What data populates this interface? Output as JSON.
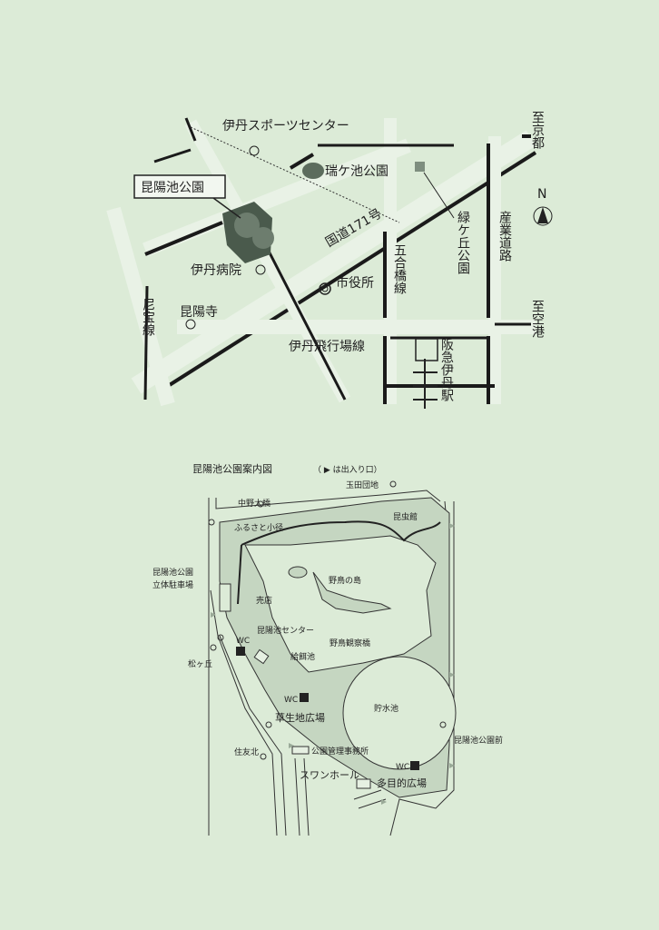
{
  "area_map": {
    "callout_park": "昆陽池公園",
    "sports_center": "伊丹スポーツセンター",
    "zuigaike_park": "瑞ケ池公園",
    "midorigaoka_park": "緑ケ丘公園",
    "route_171": "国道171号",
    "itami_hospital": "伊丹病院",
    "city_hall": "市役所",
    "koyadera": "昆陽寺",
    "amaho_line": "尼宝線",
    "gogobashi_line": "五合橋線",
    "sangyo_road": "産業道路",
    "airport_line": "伊丹飛行場線",
    "hankyu_itami": "阪急伊丹駅",
    "to_kyoto": "至京都",
    "to_airport": "至空港",
    "north": "N"
  },
  "park_map": {
    "title": "昆陽池公園案内図",
    "legend": "（ ▶ は出入り口）",
    "tamada_danchi": "玉田団地",
    "nakano_ohashi": "中野大橋",
    "furusato_path": "ふるさと小径",
    "insect_museum": "昆虫館",
    "parking": [
      "昆陽池公園",
      "立体駐車場"
    ],
    "shop": "売店",
    "wild_bird_island": "野鳥の島",
    "koyaike_center": "昆陽池センター",
    "bird_bridge": "野鳥観察橋",
    "feeding_pond": "給餌池",
    "matsugaoka": "松ヶ丘",
    "wc": "WC",
    "lawn_plaza": "草生地広場",
    "reservoir": "貯水池",
    "park_office": "公園管理事務所",
    "sumitomo_kita": "住友北",
    "swan_hall": "スワンホール",
    "multipurpose_plaza": "多目的広場",
    "koyaike_koen_mae": "昆陽池公園前"
  },
  "colors": {
    "background": "#dcebd7",
    "park_fill": "#c5d6c1",
    "park_dark": "#4a5a4c"
  }
}
